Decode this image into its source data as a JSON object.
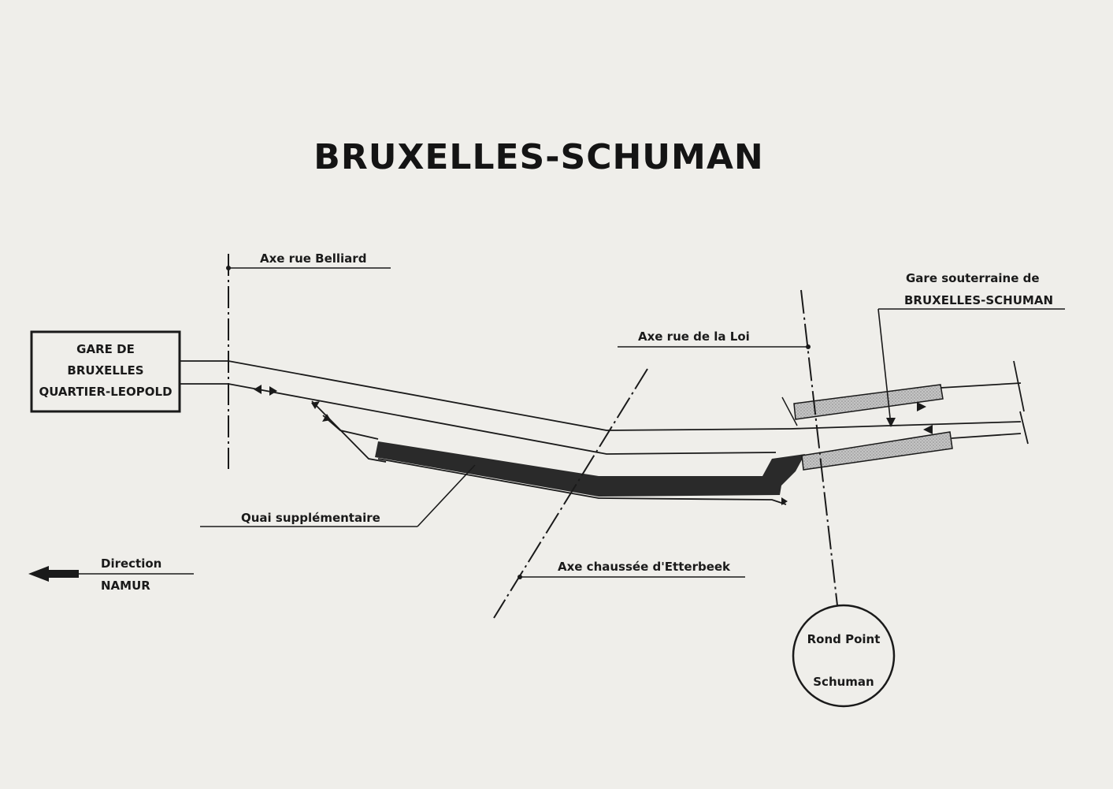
{
  "title": "BRUXELLES-SCHUMAN",
  "station_quartier_leopold": {
    "line1": "GARE DE",
    "line2": "BRUXELLES",
    "line3": "QUARTIER-LEOPOLD"
  },
  "labels": {
    "axe_belliard": "Axe rue Belliard",
    "axe_loi": "Axe rue de la Loi",
    "gare_souterraine_line1": "Gare souterraine de",
    "gare_souterraine_line2": "BRUXELLES-SCHUMAN",
    "quai_supplementaire": "Quai supplémentaire",
    "axe_etterbeek": "Axe chaussée d'Etterbeek",
    "direction": "Direction",
    "namur": "NAMUR"
  },
  "rond_point": {
    "line1": "Rond Point",
    "line2": "Schuman"
  },
  "colors": {
    "paper": "#efeeea",
    "ink": "#1a1a1a",
    "dark_platform": "#2a2a2a",
    "light_platform": "#b8b8b8"
  },
  "icons": {
    "direction_arrow": "arrow-left-icon"
  }
}
